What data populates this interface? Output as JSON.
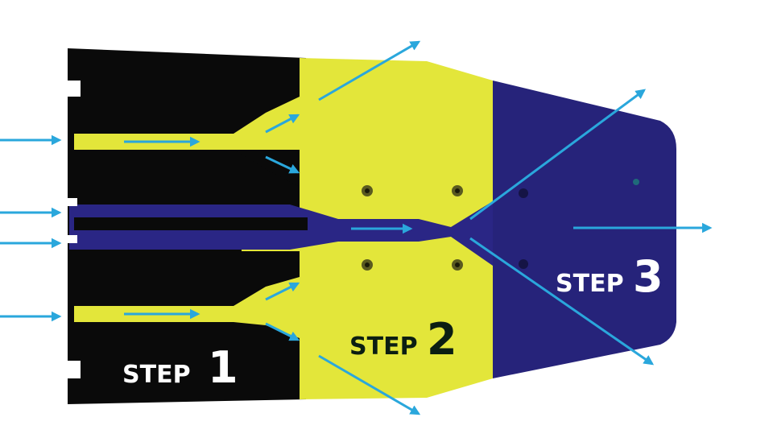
{
  "steps": [
    {
      "word": "STEP",
      "number": "1"
    },
    {
      "word": "STEP",
      "number": "2"
    },
    {
      "word": "STEP",
      "number": "3"
    }
  ],
  "colors": {
    "step1": "#0a0a0a",
    "step2": "#e3e63a",
    "step3": "#26237a",
    "channel_blue": "#2a2685",
    "arrow": "#2aa7dc",
    "label_light": "#ffffff",
    "label_dark": "#0b1e12"
  }
}
